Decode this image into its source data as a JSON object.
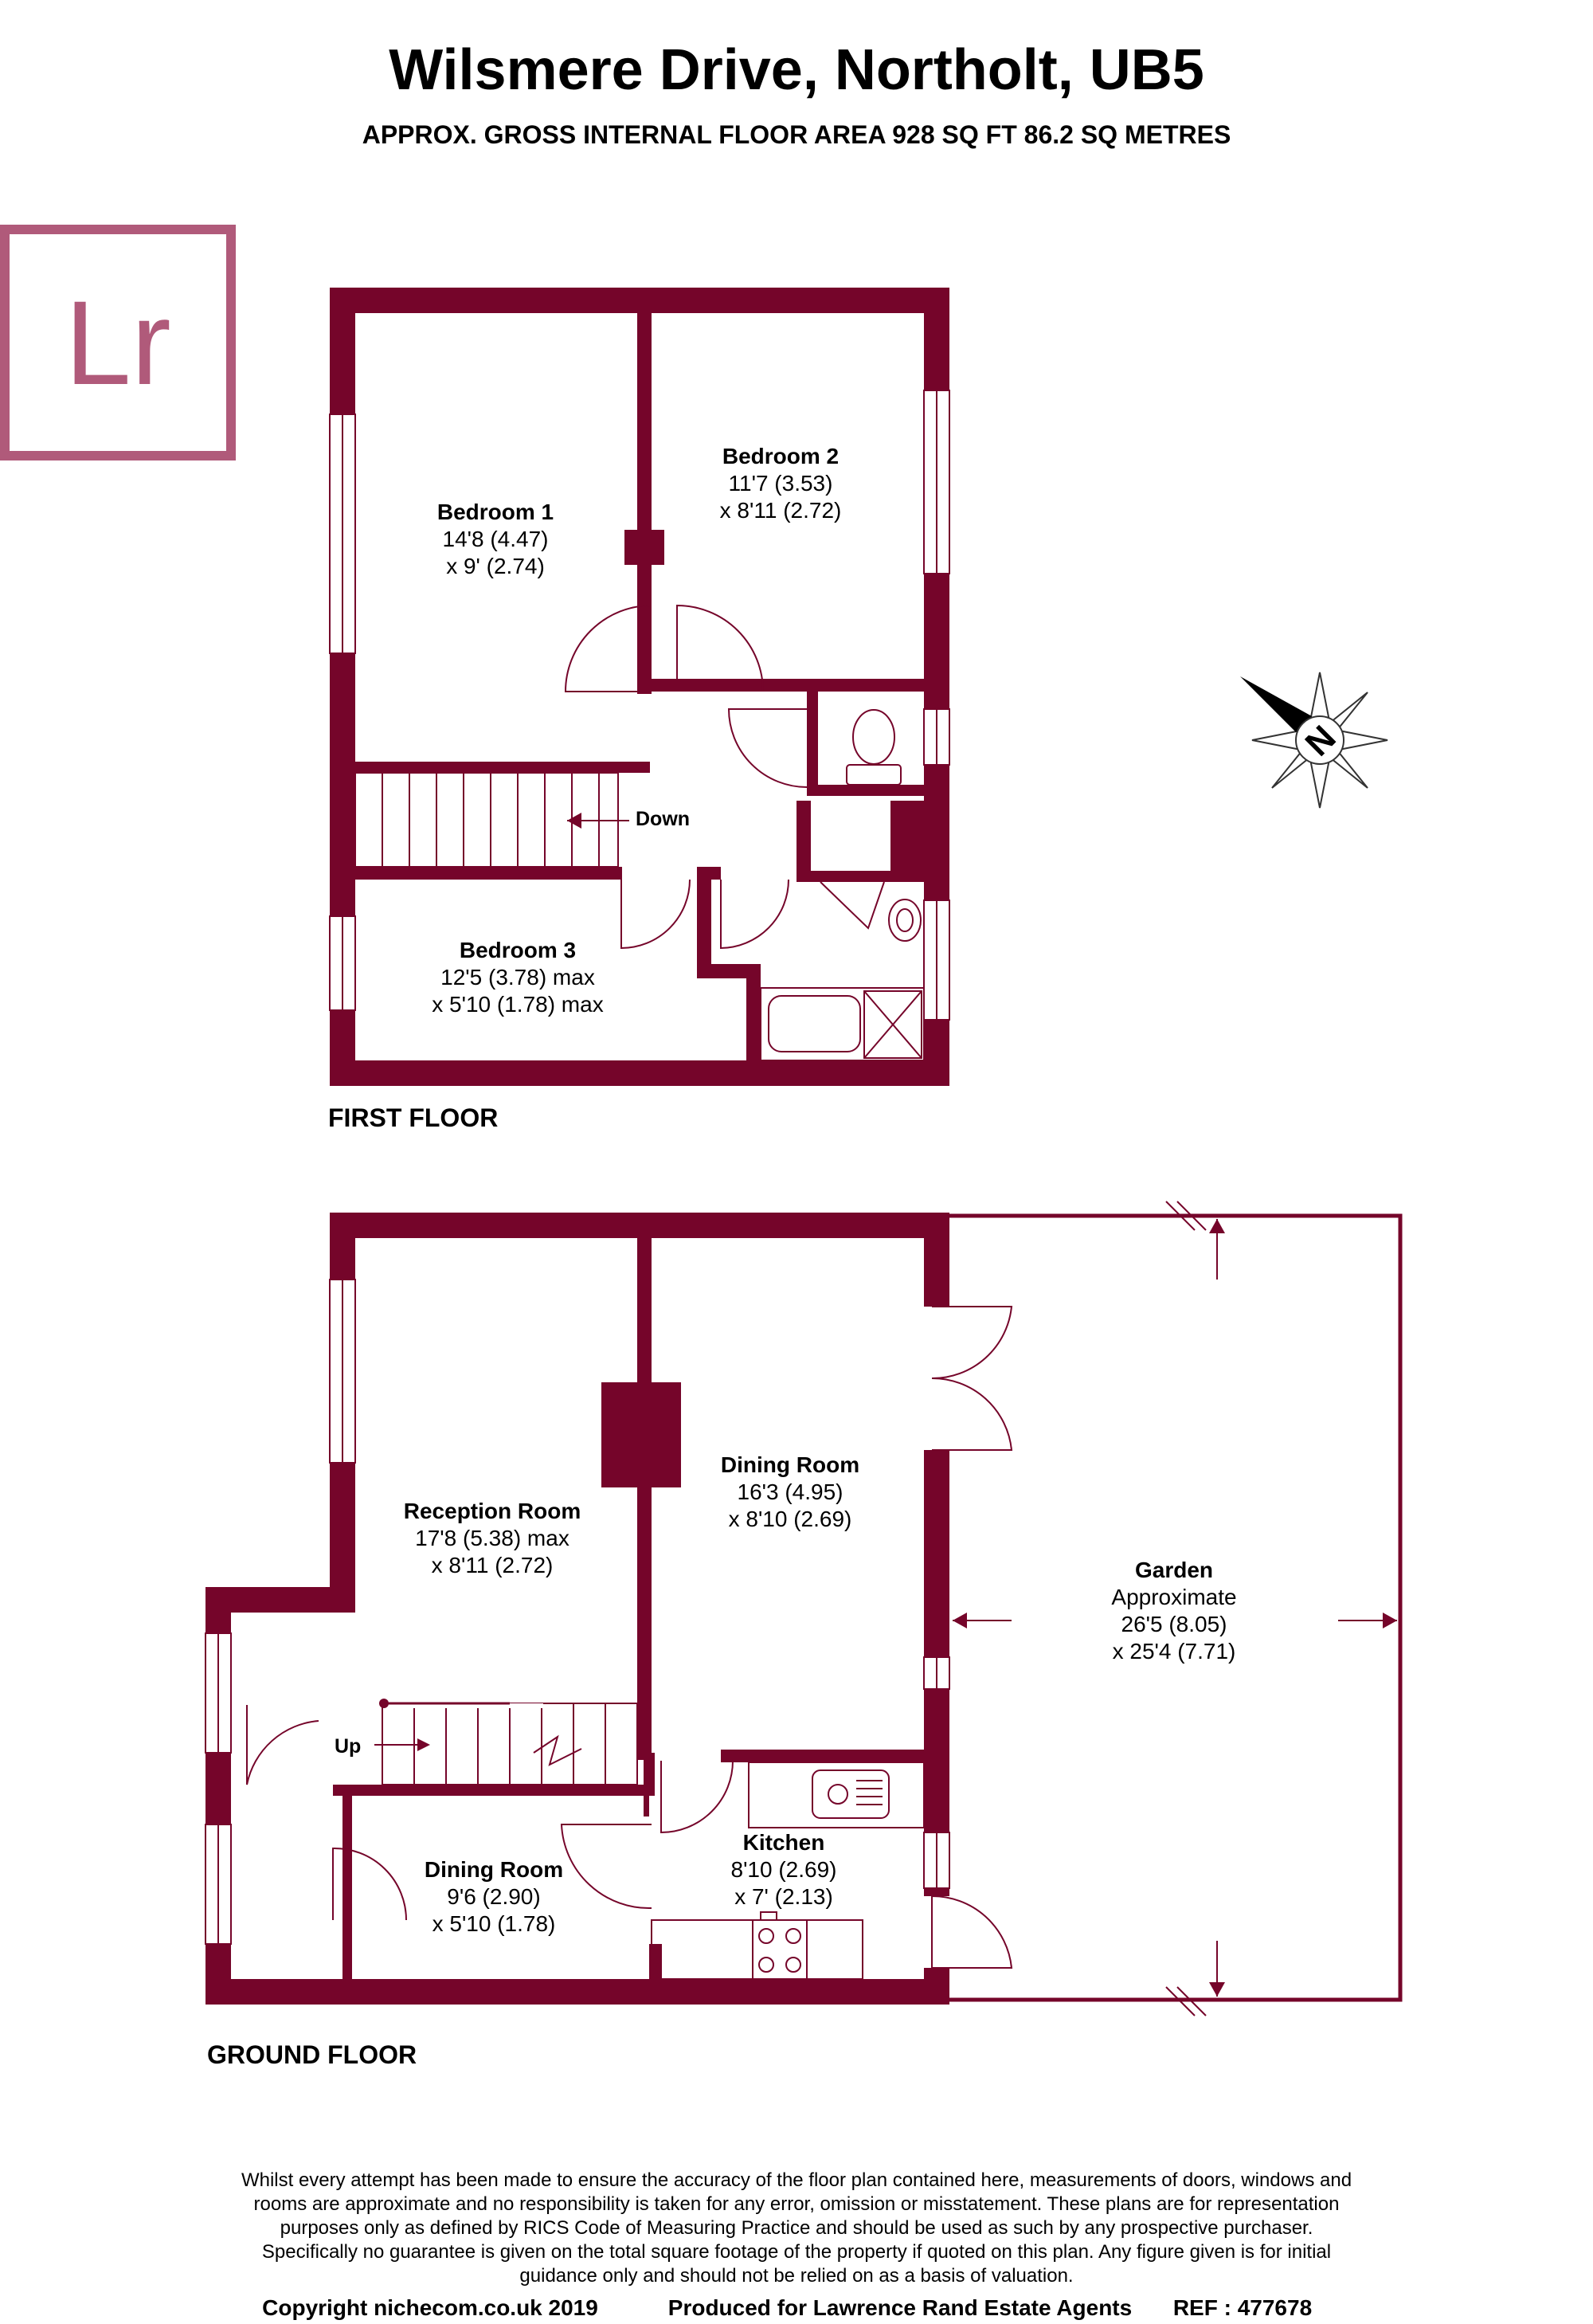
{
  "header": {
    "title": "Wilsmere Drive, Northolt, UB5",
    "subtitle": "APPROX. GROSS INTERNAL FLOOR AREA 928 SQ FT 86.2 SQ METRES"
  },
  "logo": {
    "text": "Lr"
  },
  "colors": {
    "wall": "#75052a",
    "logo": "#b05a7a",
    "line": "#75052a"
  },
  "first_floor": {
    "label": "FIRST FLOOR",
    "stairs_label": "Down",
    "rooms": [
      {
        "name": "Bedroom 1",
        "dim1": "14'8 (4.47)",
        "dim2": "x 9' (2.74)"
      },
      {
        "name": "Bedroom 2",
        "dim1": "11'7 (3.53)",
        "dim2": "x 8'11 (2.72)"
      },
      {
        "name": "Bedroom 3",
        "dim1": "12'5 (3.78) max",
        "dim2": "x 5'10 (1.78) max"
      }
    ]
  },
  "ground_floor": {
    "label": "GROUND FLOOR",
    "stairs_label": "Up",
    "rooms": [
      {
        "name": "Reception Room",
        "dim1": "17'8 (5.38) max",
        "dim2": "x 8'11 (2.72)"
      },
      {
        "name": "Dining Room",
        "dim1": "16'3 (4.95)",
        "dim2": "x 8'10 (2.69)"
      },
      {
        "name": "Dining Room",
        "dim1": "9'6 (2.90)",
        "dim2": "x 5'10 (1.78)"
      },
      {
        "name": "Kitchen",
        "dim1": "8'10 (2.69)",
        "dim2": "x 7' (2.13)"
      }
    ],
    "garden": {
      "name": "Garden",
      "note": "Approximate",
      "dim1": "26'5 (8.05)",
      "dim2": "x 25'4 (7.71)"
    }
  },
  "compass": {
    "letter": "N"
  },
  "disclaimer": [
    "Whilst every attempt has been made to ensure the accuracy of the floor plan contained here, measurements of doors, windows and",
    "rooms are approximate and no responsibility is taken for any error, omission or misstatement. These plans are for representation",
    "purposes only as defined by RICS Code of Measuring Practice and should be used as such by any prospective purchaser.",
    "Specifically no guarantee is given on the total square footage of the property if quoted on this plan. Any figure given is for initial",
    "guidance only and should not be relied on as a basis of valuation."
  ],
  "footer": {
    "copyright": "Copyright nichecom.co.uk 2019",
    "produced": "Produced for Lawrence Rand Estate Agents",
    "ref": "REF : 477678"
  }
}
